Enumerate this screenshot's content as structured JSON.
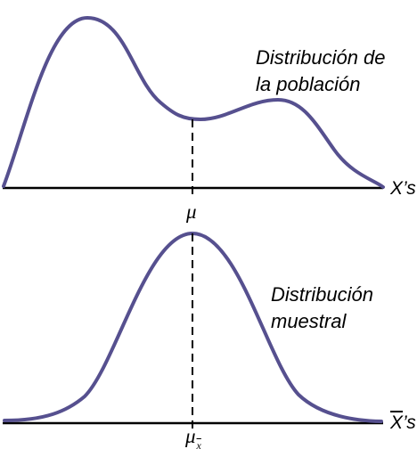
{
  "population": {
    "label_line1": "Distribución de",
    "label_line2": "la población",
    "axis_label": "X’s",
    "mean_symbol": "μ"
  },
  "sampling": {
    "label_line1": "Distribución",
    "label_line2": "muestral",
    "axis_label_char": "X",
    "axis_label_suffix": "’s",
    "mean_symbol": "μ",
    "mean_subscript": "x"
  },
  "colors": {
    "curve": "#56508f",
    "axis": "#000000",
    "text": "#000000"
  }
}
